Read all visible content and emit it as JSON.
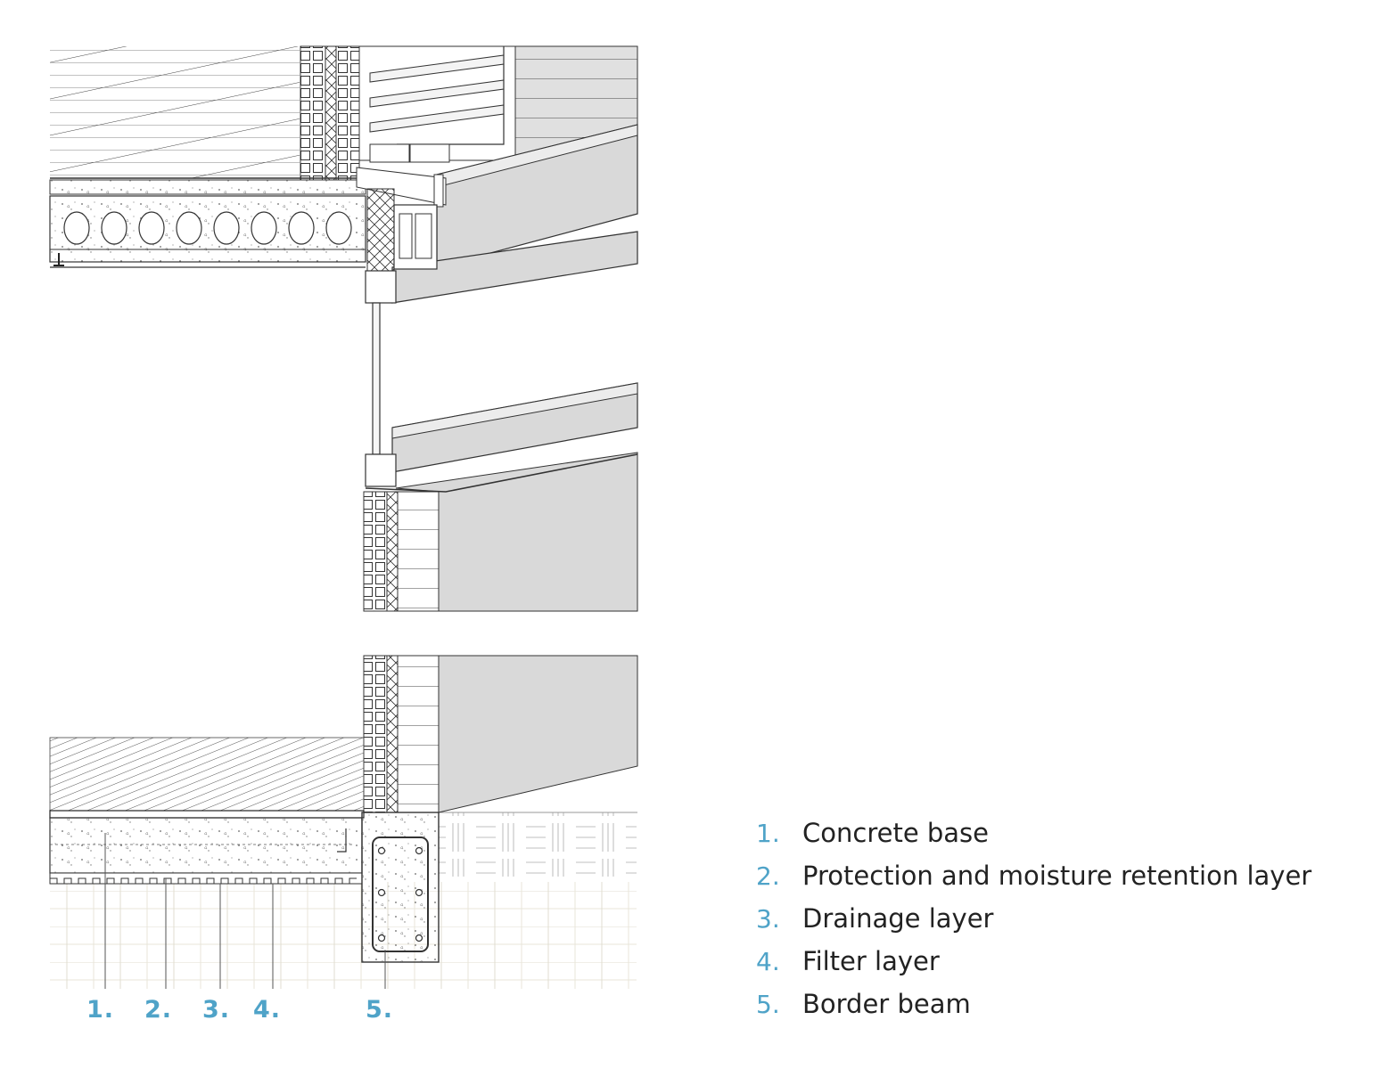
{
  "colors": {
    "accent": "#4fa3c8",
    "text": "#222222",
    "line": "#3a3a3a",
    "fill_gray": "#d9d9d9"
  },
  "callouts": [
    "1.",
    "2.",
    "3.",
    "4.",
    "5."
  ],
  "legend": [
    {
      "num": "1.",
      "label": "Concrete base"
    },
    {
      "num": "2.",
      "label": "Protection and moisture retention layer"
    },
    {
      "num": "3.",
      "label": "Drainage layer"
    },
    {
      "num": "4.",
      "label": "Filter layer"
    },
    {
      "num": "5.",
      "label": "Border beam"
    }
  ]
}
